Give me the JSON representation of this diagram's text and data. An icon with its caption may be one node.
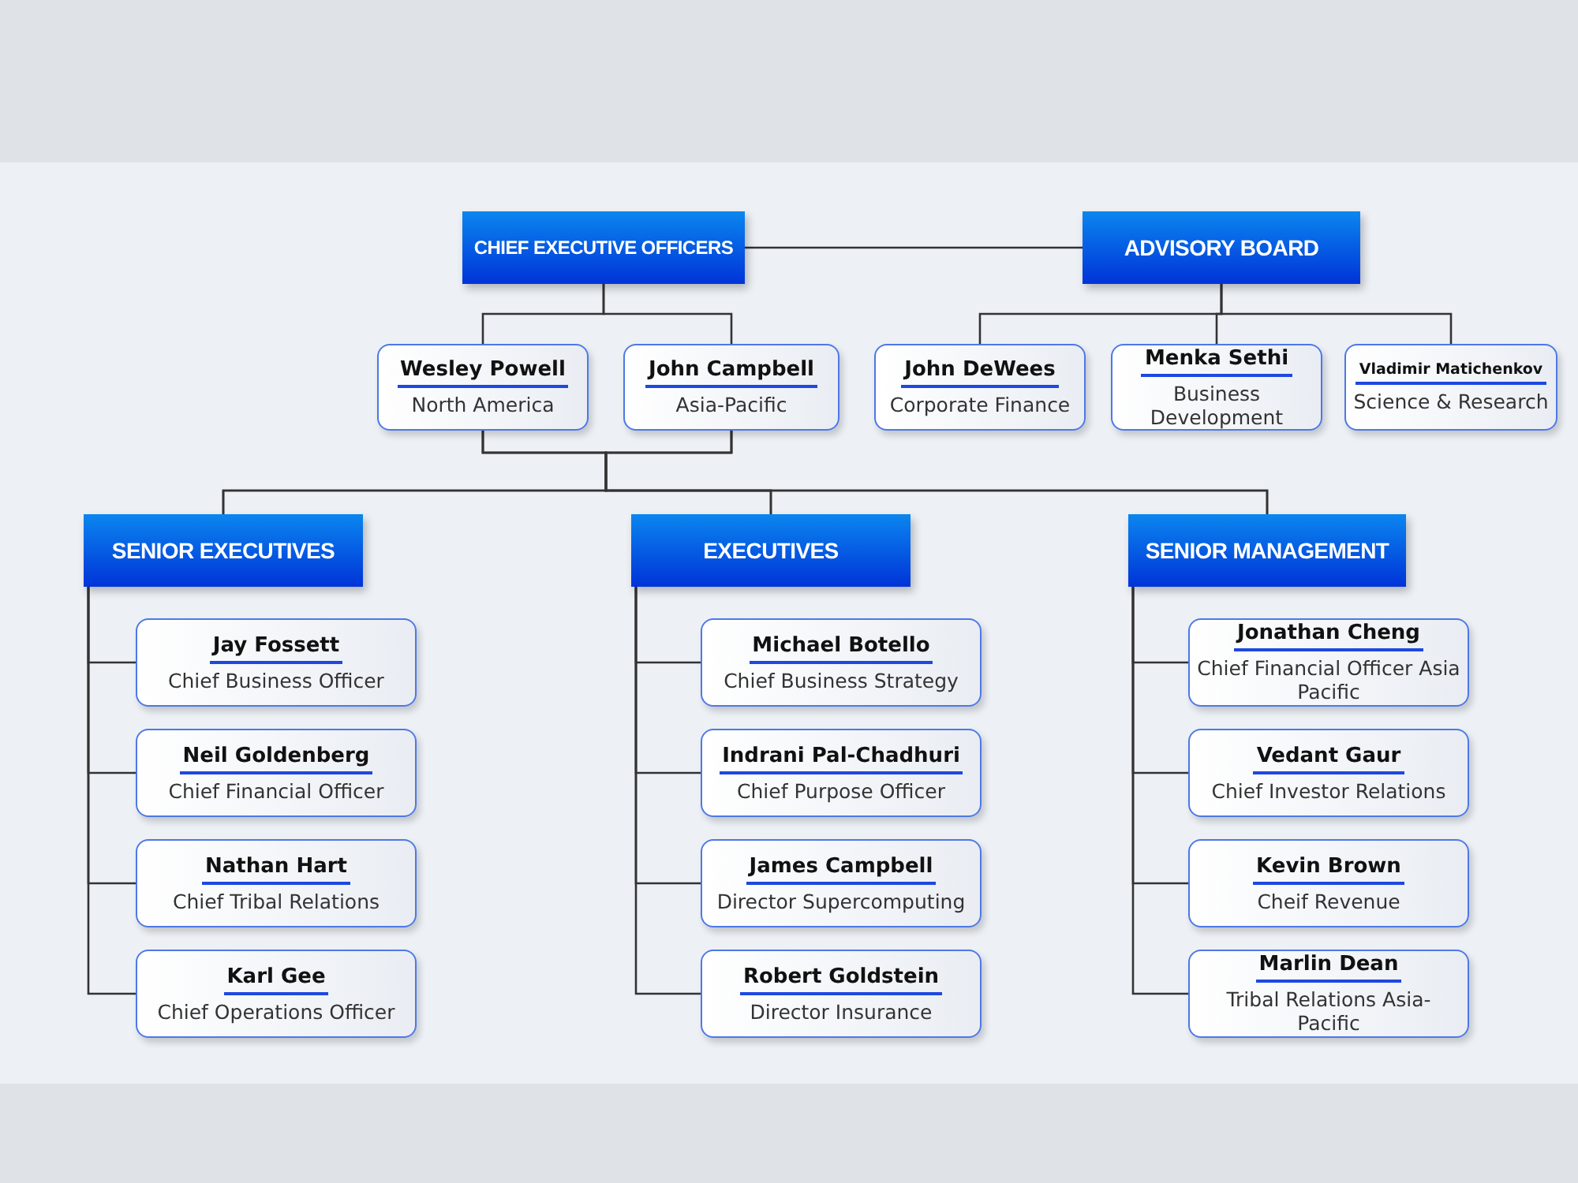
{
  "diagram": {
    "nodes": [
      {
        "text": [
          "CHIEF EXECUTIVE OFFICERS"
        ]
      },
      {
        "text": [
          "ADVISORY BOARD"
        ]
      },
      {
        "text": [
          "Wesley Powell",
          "North America"
        ]
      },
      {
        "text": [
          "John Campbell",
          "Asia-Pacific"
        ]
      },
      {
        "text": [
          "John DeWees",
          "Corporate Finance"
        ]
      },
      {
        "text": [
          "Menka Sethi",
          "Business Development"
        ]
      },
      {
        "text": [
          "Vladimir Matichenkov",
          "Science & Research"
        ]
      },
      {
        "text": [
          "SENIOR EXECUTIVES"
        ]
      },
      {
        "text": [
          "EXECUTIVES"
        ]
      },
      {
        "text": [
          "SENIOR MANAGEMENT"
        ]
      },
      {
        "text": [
          "Jay Fossett",
          "Chief Business Officer"
        ]
      },
      {
        "text": [
          "Neil Goldenberg",
          "Chief Financial Officer"
        ]
      },
      {
        "text": [
          "Nathan Hart",
          "Chief Tribal Relations"
        ]
      },
      {
        "text": [
          "Karl Gee",
          "Chief Operations Officer"
        ]
      },
      {
        "text": [
          "Michael Botello",
          "Chief Business Strategy"
        ]
      },
      {
        "text": [
          "Indrani Pal-Chadhuri",
          "Chief Purpose Officer"
        ]
      },
      {
        "text": [
          "James Campbell",
          "Director Supercomputing"
        ]
      },
      {
        "text": [
          "Robert Goldstein",
          "Director Insurance"
        ]
      },
      {
        "text": [
          "Jonathan Cheng",
          "Chief Financial Officer Asia Pacific"
        ]
      },
      {
        "text": [
          "Vedant Gaur",
          "Chief Investor Relations"
        ]
      },
      {
        "text": [
          "Kevin Brown",
          "Cheif Revenue"
        ]
      },
      {
        "text": [
          "Marlin Dean",
          "Tribal Relations Asia-Pacific"
        ]
      }
    ],
    "edges": [
      {
        "from": 0,
        "to": 1,
        "arrow": "none"
      },
      {
        "from": 0,
        "to": 2,
        "arrow": "none"
      },
      {
        "from": 0,
        "to": 3,
        "arrow": "none"
      },
      {
        "from": 1,
        "to": 4,
        "arrow": "none"
      },
      {
        "from": 1,
        "to": 5,
        "arrow": "none"
      },
      {
        "from": 1,
        "to": 6,
        "arrow": "none"
      },
      {
        "from": 2,
        "to": 7,
        "arrow": "none"
      },
      {
        "from": 2,
        "to": 8,
        "arrow": "none"
      },
      {
        "from": 2,
        "to": 9,
        "arrow": "none"
      },
      {
        "from": 3,
        "to": 7,
        "arrow": "none"
      },
      {
        "from": 3,
        "to": 8,
        "arrow": "none"
      },
      {
        "from": 3,
        "to": 9,
        "arrow": "none"
      },
      {
        "from": 7,
        "to": 10,
        "arrow": "none"
      },
      {
        "from": 7,
        "to": 11,
        "arrow": "none"
      },
      {
        "from": 7,
        "to": 12,
        "arrow": "none"
      },
      {
        "from": 7,
        "to": 13,
        "arrow": "none"
      },
      {
        "from": 8,
        "to": 14,
        "arrow": "none"
      },
      {
        "from": 8,
        "to": 15,
        "arrow": "none"
      },
      {
        "from": 8,
        "to": 16,
        "arrow": "none"
      },
      {
        "from": 8,
        "to": 17,
        "arrow": "none"
      },
      {
        "from": 9,
        "to": 18,
        "arrow": "none"
      },
      {
        "from": 9,
        "to": 19,
        "arrow": "none"
      },
      {
        "from": 9,
        "to": 20,
        "arrow": "none"
      },
      {
        "from": 9,
        "to": 21,
        "arrow": "none"
      }
    ]
  }
}
